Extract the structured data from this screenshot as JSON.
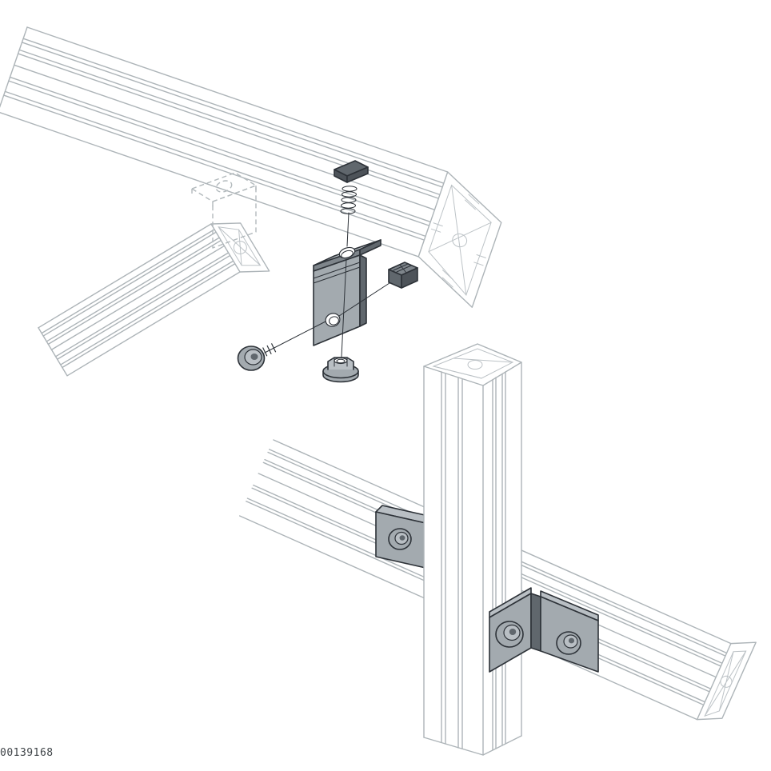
{
  "figure": {
    "number": "00139168"
  },
  "colors": {
    "background": "#ffffff",
    "profile_line": "#adb4b8",
    "part_outline": "#2d3238",
    "part_fill_light": "#b9bfc4",
    "part_fill_medium": "#a3aaaf",
    "part_fill_dark": "#7e858b",
    "part_fill_darkest": "#4d5359",
    "phantom_line": "#b3babd",
    "figure_number_color": "#3f4448"
  },
  "parts": {
    "profiles": [
      "profile-top",
      "profile-left",
      "profile-horizontal",
      "profile-vertical"
    ],
    "fasteners": [
      "t-head-bolt",
      "hammer-nut",
      "flange-screw",
      "flange-nut"
    ],
    "brackets": [
      "angle-bracket-phantom",
      "angle-bracket-exploded",
      "angle-bracket-assembled-rear",
      "angle-bracket-assembled-front"
    ]
  }
}
